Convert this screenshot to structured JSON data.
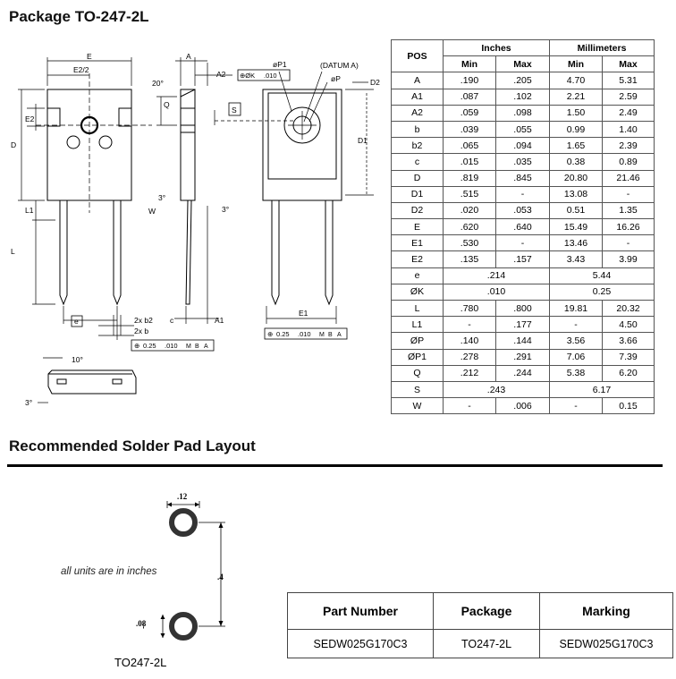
{
  "package_title": "Package TO-247-2L",
  "dimension_table": {
    "col_pos": "POS",
    "group_inches": "Inches",
    "group_mm": "Millimeters",
    "min_label": "Min",
    "max_label": "Max",
    "rows": [
      {
        "pos": "A",
        "in_min": ".190",
        "in_max": ".205",
        "mm_min": "4.70",
        "mm_max": "5.31"
      },
      {
        "pos": "A1",
        "in_min": ".087",
        "in_max": ".102",
        "mm_min": "2.21",
        "mm_max": "2.59"
      },
      {
        "pos": "A2",
        "in_min": ".059",
        "in_max": ".098",
        "mm_min": "1.50",
        "mm_max": "2.49"
      },
      {
        "pos": "b",
        "in_min": ".039",
        "in_max": ".055",
        "mm_min": "0.99",
        "mm_max": "1.40"
      },
      {
        "pos": "b2",
        "in_min": ".065",
        "in_max": ".094",
        "mm_min": "1.65",
        "mm_max": "2.39"
      },
      {
        "pos": "c",
        "in_min": ".015",
        "in_max": ".035",
        "mm_min": "0.38",
        "mm_max": "0.89"
      },
      {
        "pos": "D",
        "in_min": ".819",
        "in_max": ".845",
        "mm_min": "20.80",
        "mm_max": "21.46"
      },
      {
        "pos": "D1",
        "in_min": ".515",
        "in_max": "-",
        "mm_min": "13.08",
        "mm_max": "-"
      },
      {
        "pos": "D2",
        "in_min": ".020",
        "in_max": ".053",
        "mm_min": "0.51",
        "mm_max": "1.35"
      },
      {
        "pos": "E",
        "in_min": ".620",
        "in_max": ".640",
        "mm_min": "15.49",
        "mm_max": "16.26"
      },
      {
        "pos": "E1",
        "in_min": ".530",
        "in_max": "-",
        "mm_min": "13.46",
        "mm_max": "-"
      },
      {
        "pos": "E2",
        "in_min": ".135",
        "in_max": ".157",
        "mm_min": "3.43",
        "mm_max": "3.99"
      },
      {
        "pos": "e",
        "in_single": ".214",
        "mm_single": "5.44"
      },
      {
        "pos": "ØK",
        "in_single": ".010",
        "mm_single": "0.25"
      },
      {
        "pos": "L",
        "in_min": ".780",
        "in_max": ".800",
        "mm_min": "19.81",
        "mm_max": "20.32"
      },
      {
        "pos": "L1",
        "in_min": "-",
        "in_max": ".177",
        "mm_min": "-",
        "mm_max": "4.50"
      },
      {
        "pos": "ØP",
        "in_min": ".140",
        "in_max": ".144",
        "mm_min": "3.56",
        "mm_max": "3.66"
      },
      {
        "pos": "ØP1",
        "in_min": ".278",
        "in_max": ".291",
        "mm_min": "7.06",
        "mm_max": "7.39"
      },
      {
        "pos": "Q",
        "in_min": ".212",
        "in_max": ".244",
        "mm_min": "5.38",
        "mm_max": "6.20"
      },
      {
        "pos": "S",
        "in_single": ".243",
        "mm_single": "6.17"
      },
      {
        "pos": "W",
        "in_min": "-",
        "in_max": ".006",
        "mm_min": "-",
        "mm_max": "0.15"
      }
    ]
  },
  "drawing_labels": {
    "E": "E",
    "E2_half": "E2/2",
    "E2": "E2",
    "D": "D",
    "L1": "L1",
    "L": "L",
    "A": "A",
    "A2": "A2",
    "Q": "Q",
    "W": "W",
    "deg20": "20°",
    "deg3a": "3°",
    "deg3b": "3°",
    "S": "S",
    "P1": "øP1",
    "datum": "(DATUM  A)",
    "P": "øP",
    "D2": "D2",
    "D1": "D1",
    "e": "e",
    "b2": "2x  b2",
    "b": "2x  b",
    "c": "c",
    "A1": "A1",
    "E1": "E1",
    "fcf_top": "⊕ØK",
    "fcf_mid": ".010",
    "fcf_M": "M",
    "fcf_B": "B",
    "fcf_A": "A",
    "fcf_left": "⊕",
    "fcf_val": "0.25",
    "deg10": "10°",
    "deg3c": "3°"
  },
  "solder_section_title": "Recommended Solder Pad Layout",
  "solder_layout": {
    "dim_width": ".12",
    "dim_pitch": ".4",
    "dim_hole": ".08",
    "units_note": "all units are in inches",
    "caption": "TO247-2L"
  },
  "part_table": {
    "headers": [
      "Part Number",
      "Package",
      "Marking"
    ],
    "row": [
      "SEDW025G170C3",
      "TO247-2L",
      "SEDW025G170C3"
    ]
  }
}
